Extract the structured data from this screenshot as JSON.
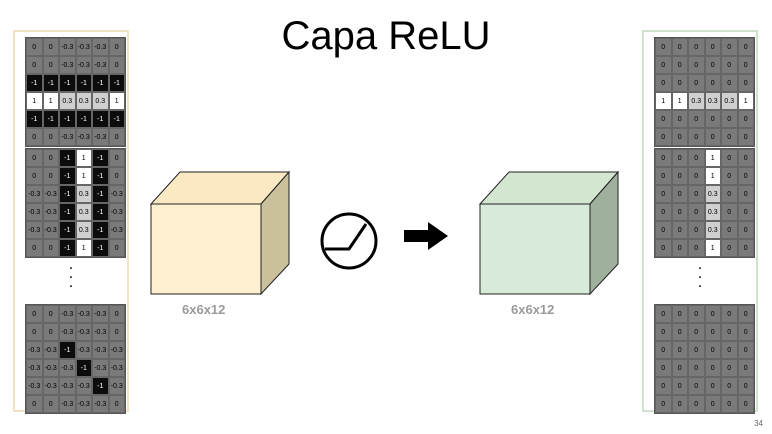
{
  "title": "Capa ReLU",
  "page_number": "34",
  "input_cube": {
    "label": "6x6x12",
    "front": "#fdf0d0",
    "top": "#fbe9c3",
    "side": "#cbc09c"
  },
  "output_cube": {
    "label": "6x6x12",
    "front": "#d8ead8",
    "top": "#d3e6d0",
    "side": "#9fb09d"
  },
  "activation_icon": "relu-activation-icon",
  "arrow_icon": "right-arrow-icon",
  "continuation": ".",
  "left_maps": [
    [
      [
        "0",
        "0",
        "-0.3",
        "-0.3",
        "-0.3",
        "0"
      ],
      [
        "0",
        "0",
        "-0.3",
        "-0.3",
        "-0.3",
        "0"
      ],
      [
        "-1",
        "-1",
        "-1",
        "-1",
        "-1",
        "-1"
      ],
      [
        "1",
        "1",
        "0.3",
        "0.3",
        "0.3",
        "1"
      ],
      [
        "-1",
        "-1",
        "-1",
        "-1",
        "-1",
        "-1"
      ],
      [
        "0",
        "0",
        "-0.3",
        "-0.3",
        "-0.3",
        "0"
      ]
    ],
    [
      [
        "0",
        "0",
        "-1",
        "1",
        "-1",
        "0"
      ],
      [
        "0",
        "0",
        "-1",
        "1",
        "-1",
        "0"
      ],
      [
        "-0.3",
        "-0.3",
        "-1",
        "0.3",
        "-1",
        "-0.3"
      ],
      [
        "-0.3",
        "-0.3",
        "-1",
        "0.3",
        "-1",
        "-0.3"
      ],
      [
        "-0.3",
        "-0.3",
        "-1",
        "0.3",
        "-1",
        "-0.3"
      ],
      [
        "0",
        "0",
        "-1",
        "1",
        "-1",
        "0"
      ]
    ],
    [
      [
        "0",
        "0",
        "-0.3",
        "-0.3",
        "-0.3",
        "0"
      ],
      [
        "0",
        "0",
        "-0.3",
        "-0.3",
        "-0.3",
        "0"
      ],
      [
        "-0.3",
        "-0.3",
        "-1",
        "-0.3",
        "-0.3",
        "-0.3"
      ],
      [
        "-0.3",
        "-0.3",
        "-0.3",
        "-1",
        "-0.3",
        "-0.3"
      ],
      [
        "-0.3",
        "-0.3",
        "-0.3",
        "-0.3",
        "-1",
        "-0.3"
      ],
      [
        "0",
        "0",
        "-0.3",
        "-0.3",
        "-0.3",
        "0"
      ]
    ]
  ],
  "right_maps": [
    [
      [
        "0",
        "0",
        "0",
        "0",
        "0",
        "0"
      ],
      [
        "0",
        "0",
        "0",
        "0",
        "0",
        "0"
      ],
      [
        "0",
        "0",
        "0",
        "0",
        "0",
        "0"
      ],
      [
        "1",
        "1",
        "0.3",
        "0.3",
        "0.3",
        "1"
      ],
      [
        "0",
        "0",
        "0",
        "0",
        "0",
        "0"
      ],
      [
        "0",
        "0",
        "0",
        "0",
        "0",
        "0"
      ]
    ],
    [
      [
        "0",
        "0",
        "0",
        "1",
        "0",
        "0"
      ],
      [
        "0",
        "0",
        "0",
        "1",
        "0",
        "0"
      ],
      [
        "0",
        "0",
        "0",
        "0.3",
        "0",
        "0"
      ],
      [
        "0",
        "0",
        "0",
        "0.3",
        "0",
        "0"
      ],
      [
        "0",
        "0",
        "0",
        "0.3",
        "0",
        "0"
      ],
      [
        "0",
        "0",
        "0",
        "1",
        "0",
        "0"
      ]
    ],
    [
      [
        "0",
        "0",
        "0",
        "0",
        "0",
        "0"
      ],
      [
        "0",
        "0",
        "0",
        "0",
        "0",
        "0"
      ],
      [
        "0",
        "0",
        "0",
        "0",
        "0",
        "0"
      ],
      [
        "0",
        "0",
        "0",
        "0",
        "0",
        "0"
      ],
      [
        "0",
        "0",
        "0",
        "0",
        "0",
        "0"
      ],
      [
        "0",
        "0",
        "0",
        "0",
        "0",
        "0"
      ]
    ]
  ]
}
